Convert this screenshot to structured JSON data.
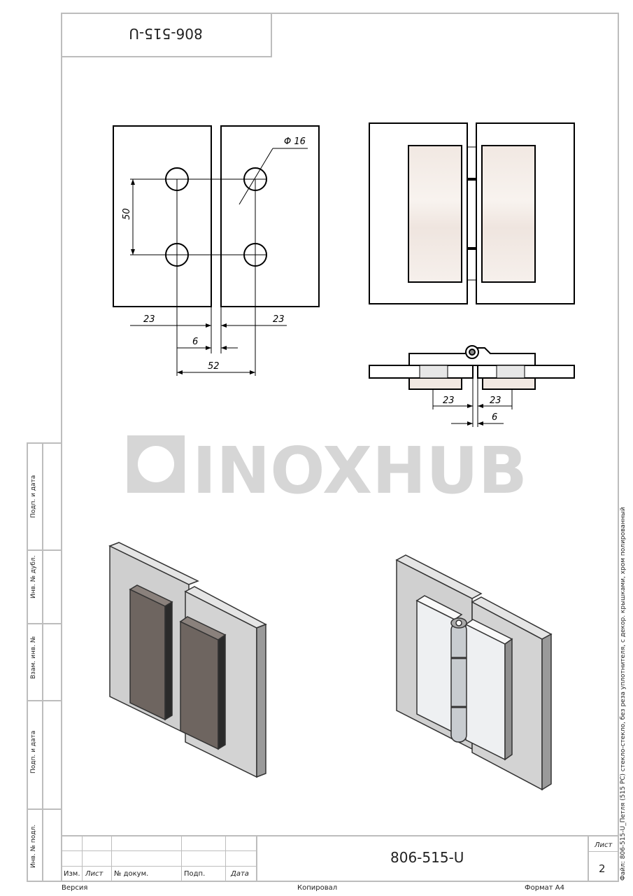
{
  "document": {
    "code_rotated": "806-515-U",
    "watermark": "INOXHUB",
    "file_caption": "Файл: 806-515-U_Петля (515 PC) стекло-стекло, без реза уплотнителя, с декор. крышками, хром полированный"
  },
  "dimensions": {
    "front": {
      "diameter": "Φ 16",
      "vertical": "50",
      "left_offset": "23",
      "right_offset": "23",
      "gap": "6",
      "total": "52"
    },
    "side": {
      "left_offset": "23",
      "right_offset": "23",
      "gap": "6"
    }
  },
  "side_strip": [
    "Подп. и дата",
    "Инв. № дубл.",
    "Взам. инв. №",
    "Подп. и дата",
    "Инв. № подл."
  ],
  "title_block": {
    "columns": [
      "Изм.",
      "Лист",
      "№ докум.",
      "Подп.",
      "Дата"
    ],
    "designation": "806-515-U",
    "sheet_label": "Лист",
    "sheet_number": "2"
  },
  "footer": {
    "version": "Версия",
    "copied": "Копировал",
    "format": "Формат А4"
  }
}
